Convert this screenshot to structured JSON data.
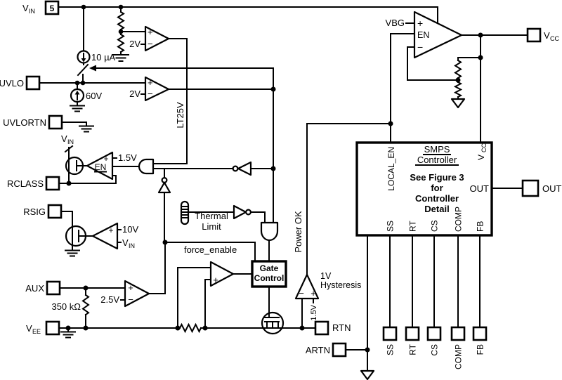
{
  "colors": {
    "ink": "#000000",
    "background": "#ffffff"
  },
  "pins": {
    "vin": {
      "base": "V",
      "sub": "IN"
    },
    "vin_pin_number": "5",
    "uvlo": "UVLO",
    "uvlortn": "UVLORTN",
    "rclass": "RCLASS",
    "rsig": "RSIG",
    "aux": "AUX",
    "vee": {
      "base": "V",
      "sub": "EE"
    },
    "rtn": "RTN",
    "artn": "ARTN",
    "vcc": {
      "base": "V",
      "sub": "CC"
    },
    "out": "OUT",
    "ss": "SS",
    "rt": "RT",
    "cs": "CS",
    "comp": "COMP",
    "fb": "FB"
  },
  "refs": {
    "current_source": "10 µA",
    "clamp": "60V",
    "vin_comp_ref": "2V",
    "uvlo_comp_ref": "2V",
    "lt25v": "LT25V",
    "rclass_ref": "1.5V",
    "rclass_vin": {
      "base": "V",
      "sub": "IN"
    },
    "rsig_ref": "10V",
    "rsig_vin": {
      "base": "V",
      "sub": "IN"
    },
    "aux_ref": "2.5V",
    "aux_resistor": "350 kΩ",
    "rtn_ref": "1.5V",
    "vbg": "VBG"
  },
  "signs": {
    "plus": "+",
    "minus": "−",
    "en": "EN"
  },
  "nets": {
    "force_enable": "force_enable",
    "power_ok": "Power OK"
  },
  "blocks": {
    "thermal": {
      "line1": "Thermal",
      "line2": "Limit"
    },
    "gate_control": {
      "line1": "Gate",
      "line2": "Control"
    },
    "hysteresis": {
      "line1": "1V",
      "line2": "Hysteresis"
    },
    "smps": {
      "title_line1": "SMPS",
      "title_line2": "Controller",
      "note_line1": "See Figure 3",
      "note_line2": "for",
      "note_line3": "Controller",
      "note_line4": "Detail",
      "pin_local_en": "LOCAL_EN",
      "pin_vcc": {
        "base": "V",
        "sub": "CC"
      },
      "pin_out": "OUT",
      "pin_ss": "SS",
      "pin_rt": "RT",
      "pin_cs": "CS",
      "pin_comp": "COMP",
      "pin_fb": "FB"
    }
  }
}
